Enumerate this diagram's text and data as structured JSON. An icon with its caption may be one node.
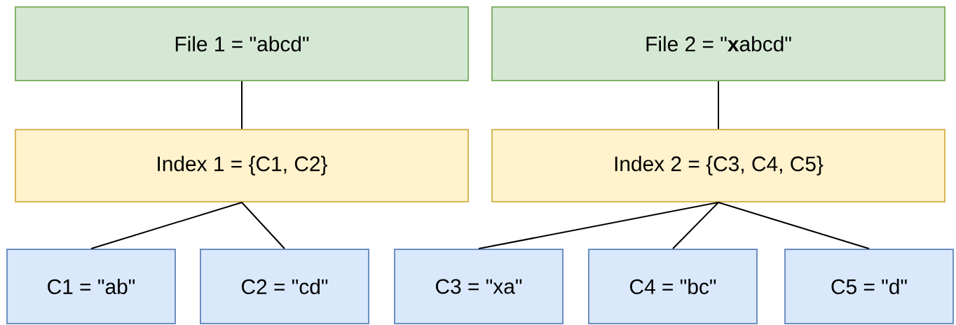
{
  "diagram": {
    "nodes": [
      {
        "text": [
          "File 1 = \"abcd\""
        ]
      },
      {
        "text": [
          "File 2 = \"**x**abcd\""
        ]
      },
      {
        "text": [
          "Index 1 = {C1, C2}"
        ]
      },
      {
        "text": [
          "Index 2 = {C3, C4, C5}"
        ]
      },
      {
        "text": [
          "C1 = \"ab\""
        ]
      },
      {
        "text": [
          "C2 = \"cd\""
        ]
      },
      {
        "text": [
          "C3 = \"xa\""
        ]
      },
      {
        "text": [
          "C4 = \"bc\""
        ]
      },
      {
        "text": [
          "C5 = \"d\""
        ]
      }
    ],
    "edges": [
      {
        "from": 0,
        "to": 2,
        "arrow": "none"
      },
      {
        "from": 1,
        "to": 3,
        "arrow": "none"
      },
      {
        "from": 2,
        "to": 4,
        "arrow": "none"
      },
      {
        "from": 2,
        "to": 5,
        "arrow": "none"
      },
      {
        "from": 3,
        "to": 6,
        "arrow": "none"
      },
      {
        "from": 3,
        "to": 7,
        "arrow": "none"
      },
      {
        "from": 3,
        "to": 8,
        "arrow": "none"
      }
    ]
  }
}
